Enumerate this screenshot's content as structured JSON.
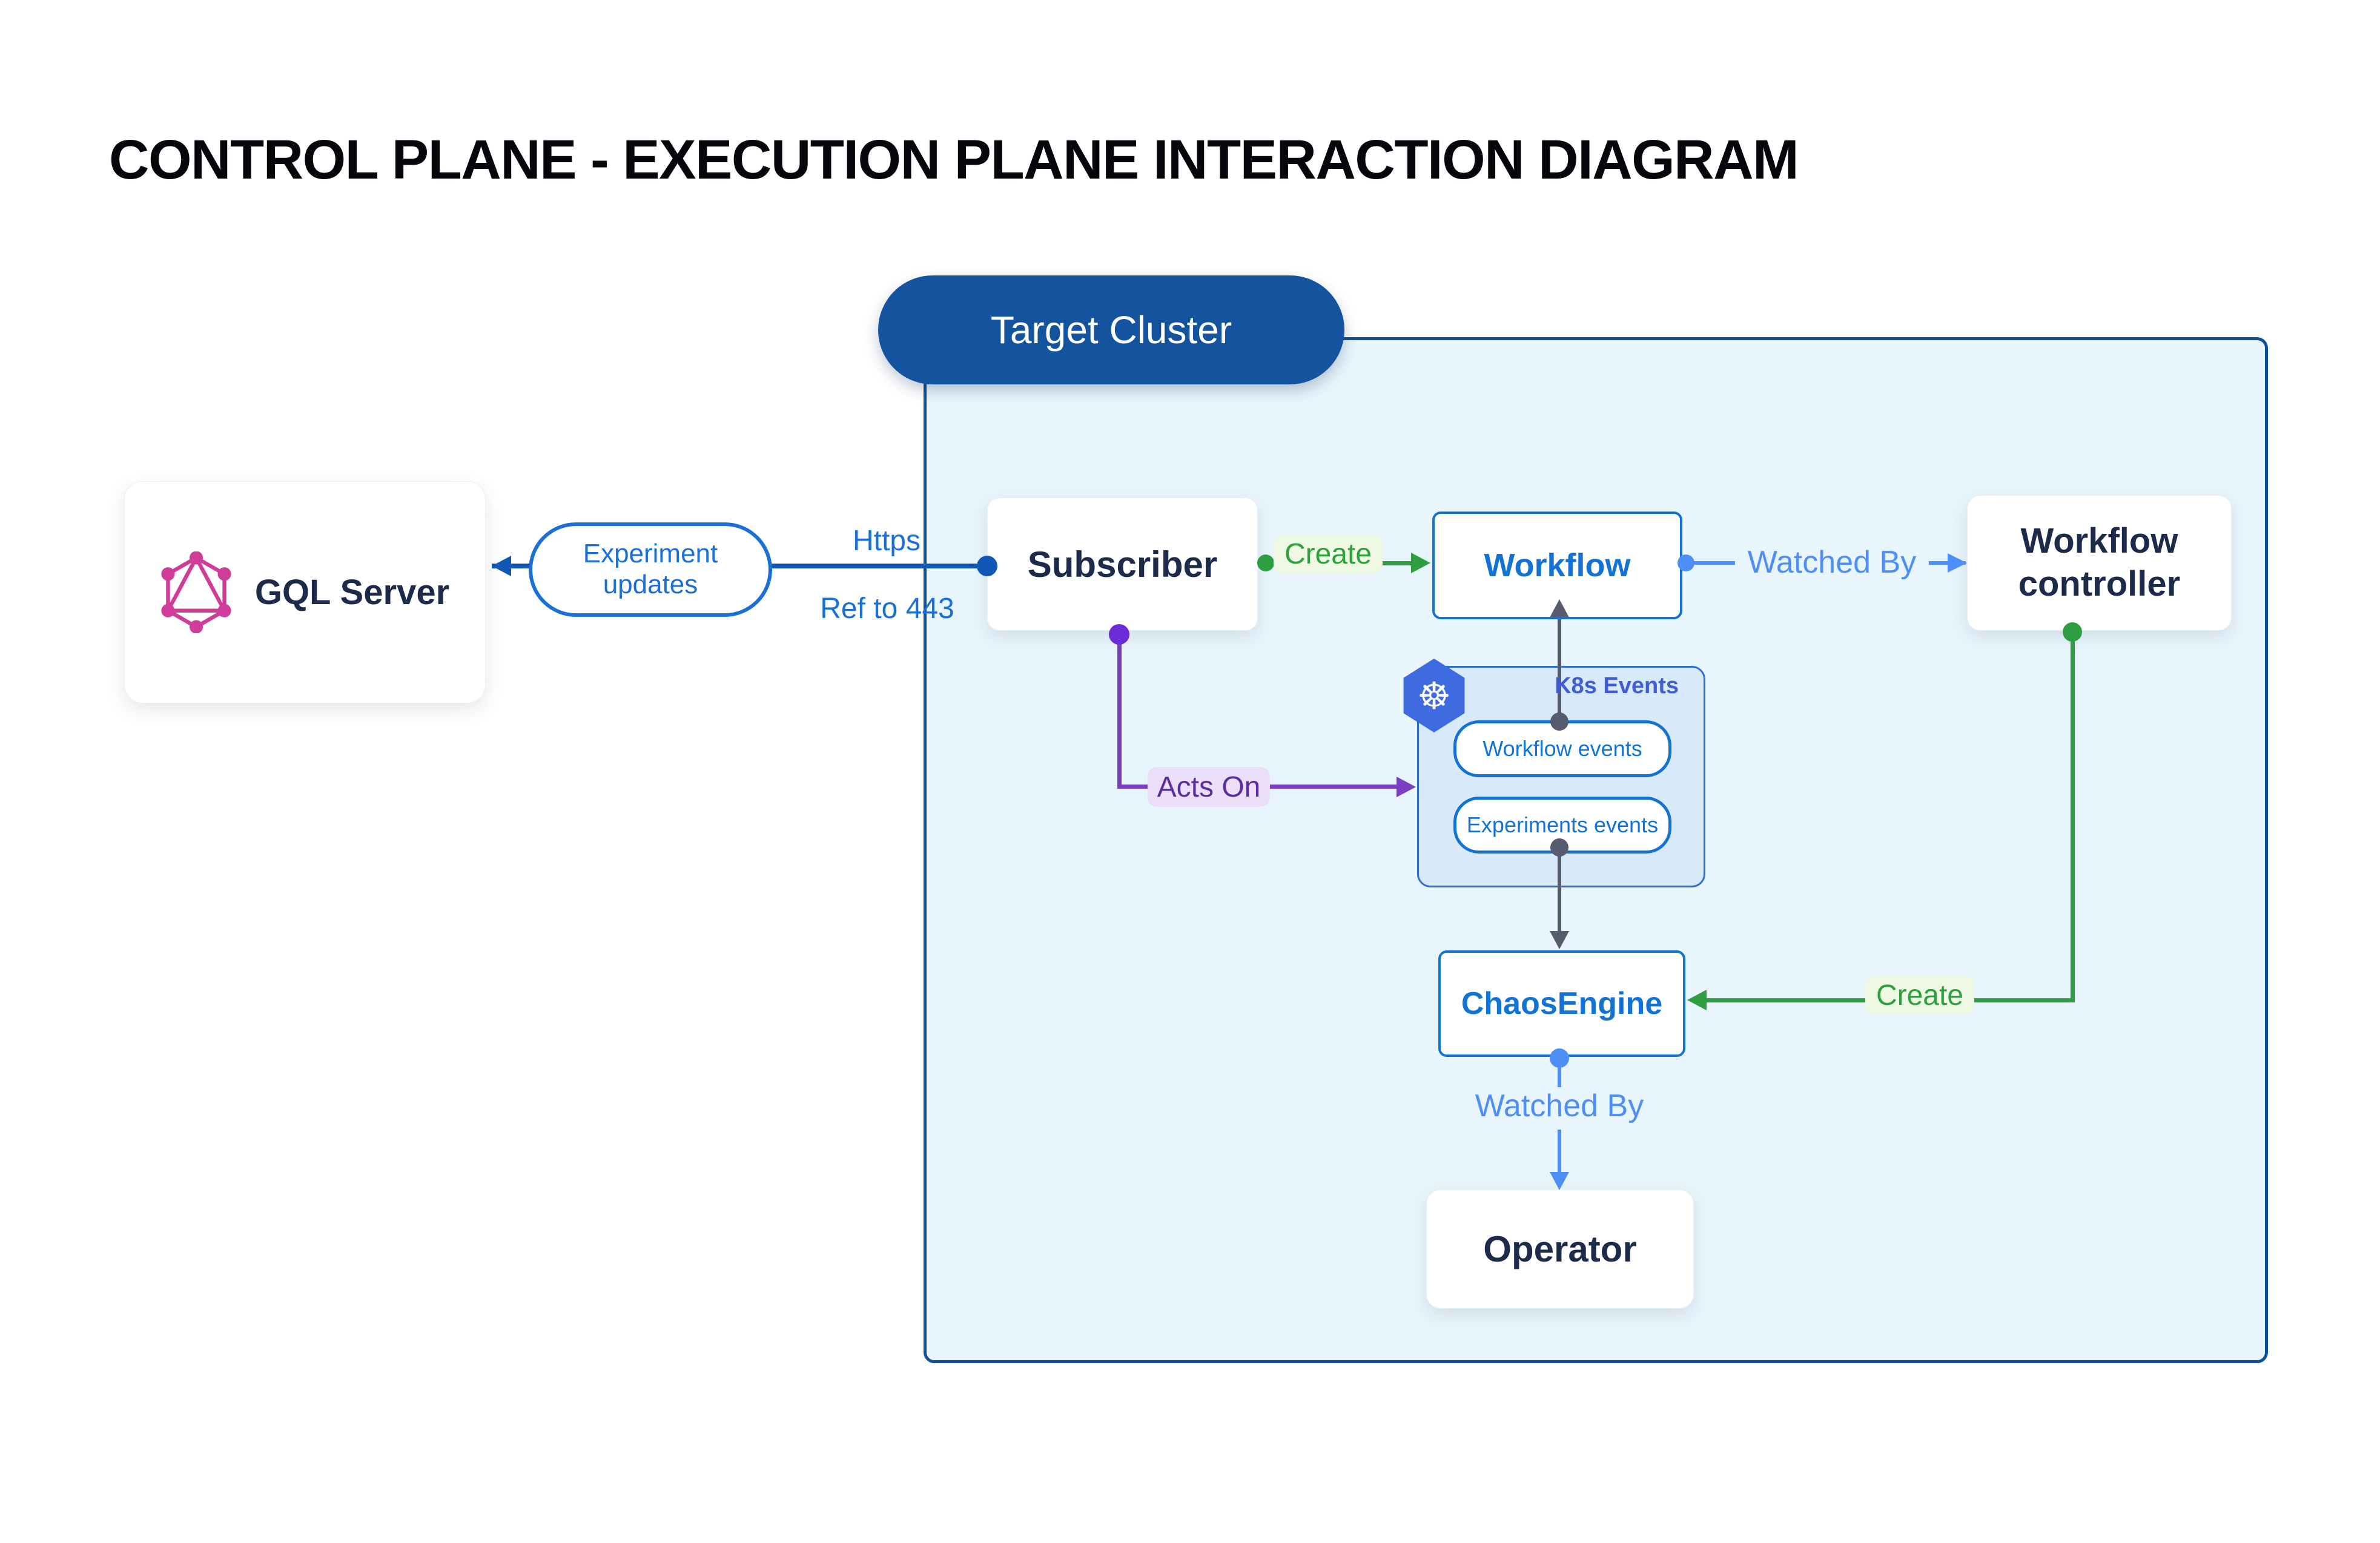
{
  "title": "CONTROL PLANE - EXECUTION PLANE INTERACTION DIAGRAM",
  "target_cluster": {
    "label": "Target Cluster"
  },
  "nodes": {
    "gql_server": {
      "label": "GQL Server",
      "icon": "graphql-icon",
      "icon_color": "#cf3d98"
    },
    "subscriber": {
      "label": "Subscriber"
    },
    "workflow": {
      "label": "Workflow"
    },
    "workflow_controller": {
      "label": "Workflow controller"
    },
    "k8s_events": {
      "label": "K8s Events",
      "icon": "kubernetes-icon",
      "events": [
        "Workflow events",
        "Experiments events"
      ]
    },
    "chaos_engine": {
      "label": "ChaosEngine"
    },
    "operator": {
      "label": "Operator"
    }
  },
  "edges": {
    "experiment_updates": {
      "label": "Experiment updates",
      "color": "#1a70d6"
    },
    "https": {
      "label": "Https",
      "color": "#1a6fd8"
    },
    "ref_443": {
      "label": "Ref to 443",
      "color": "#1a6fd8"
    },
    "create_workflow": {
      "label": "Create",
      "color": "#2f9e41"
    },
    "watched_by_workflow": {
      "label": "Watched By",
      "color": "#4d8ef7"
    },
    "acts_on": {
      "label": "Acts On",
      "color": "#7a3fc0"
    },
    "create_chaosengine": {
      "label": "Create",
      "color": "#2f9e41"
    },
    "watched_by_operator": {
      "label": "Watched By",
      "color": "#4d8ef7"
    }
  },
  "colors": {
    "cluster_fill": "#e9f5fc",
    "cluster_border": "#0f5096",
    "pill_blue": "#14549e",
    "node_text_navy": "#1d2b4a",
    "bright_blue": "#1273d4",
    "line_blue": "#1158b6",
    "light_blue": "#4d8ef7",
    "green": "#2f9e41",
    "green_bg": "#eef8e3",
    "purple": "#7a3fc0",
    "purple_text": "#5b2d9e",
    "purple_bg": "#eadef8",
    "slate": "#565b6e",
    "k8s_fill": "#d8e9f9",
    "k8s_label": "#3f5ed6",
    "graphql_pink": "#cf3d98"
  }
}
